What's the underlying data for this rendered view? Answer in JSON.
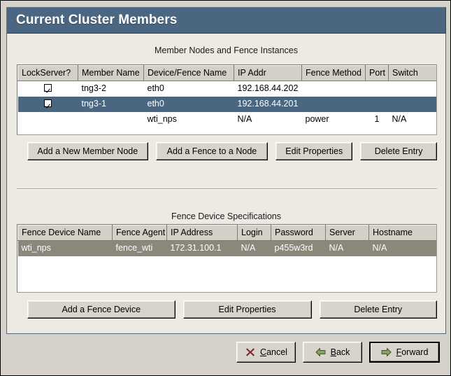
{
  "window": {
    "title": "Current Cluster Members"
  },
  "member_section": {
    "title": "Member Nodes and Fence Instances",
    "columns": [
      "LockServer?",
      "Member Name",
      "Device/Fence Name",
      "IP Addr",
      "Fence Method",
      "Port",
      "Switch"
    ],
    "rows": [
      {
        "lockserver": true,
        "member_name": "tng3-2",
        "device_fence_name": "eth0",
        "ip_addr": "192.168.44.202",
        "fence_method": "",
        "port": "",
        "switch": "",
        "selected": false
      },
      {
        "lockserver": true,
        "member_name": "tng3-1",
        "device_fence_name": "eth0",
        "ip_addr": "192.168.44.201",
        "fence_method": "",
        "port": "",
        "switch": "",
        "selected": true
      },
      {
        "lockserver": false,
        "member_name": "",
        "device_fence_name": "wti_nps",
        "ip_addr": "N/A",
        "fence_method": "power",
        "port": "1",
        "switch": "N/A",
        "selected": false
      }
    ],
    "buttons": [
      "Add a New Member Node",
      "Add a Fence to a Node",
      "Edit Properties",
      "Delete Entry"
    ]
  },
  "fence_section": {
    "title": "Fence Device Specifications",
    "columns": [
      "Fence Device Name",
      "Fence Agent",
      "IP Address",
      "Login",
      "Password",
      "Server",
      "Hostname"
    ],
    "rows": [
      {
        "fence_device_name": "wti_nps",
        "fence_agent": "fence_wti",
        "ip_address": "172.31.100.1",
        "login": "N/A",
        "password": "p455w3rd",
        "server": "N/A",
        "hostname": "N/A",
        "selected": true
      }
    ],
    "buttons": [
      "Add a Fence Device",
      "Edit Properties",
      "Delete Entry"
    ]
  },
  "footer": {
    "cancel": {
      "label": "Cancel",
      "mnemonic": "C",
      "before": "",
      "after": "ancel",
      "icon": "cancel-x-icon"
    },
    "back": {
      "label": "Back",
      "mnemonic": "B",
      "before": "",
      "after": "ack",
      "icon": "arrow-left-icon"
    },
    "forward": {
      "label": "Forward",
      "mnemonic": "F",
      "before": "",
      "after": "orward",
      "icon": "arrow-right-icon"
    }
  },
  "colors": {
    "titlebar": "#4a6680",
    "selection_focused": "#4a6680",
    "selection_unfocused": "#8b877a",
    "panel": "#edeae4",
    "button_face": "#d8d4cc",
    "header_face": "#d4d0c8",
    "cancel_icon": "#8c2334",
    "nav_icon": "#7f9c5a"
  }
}
